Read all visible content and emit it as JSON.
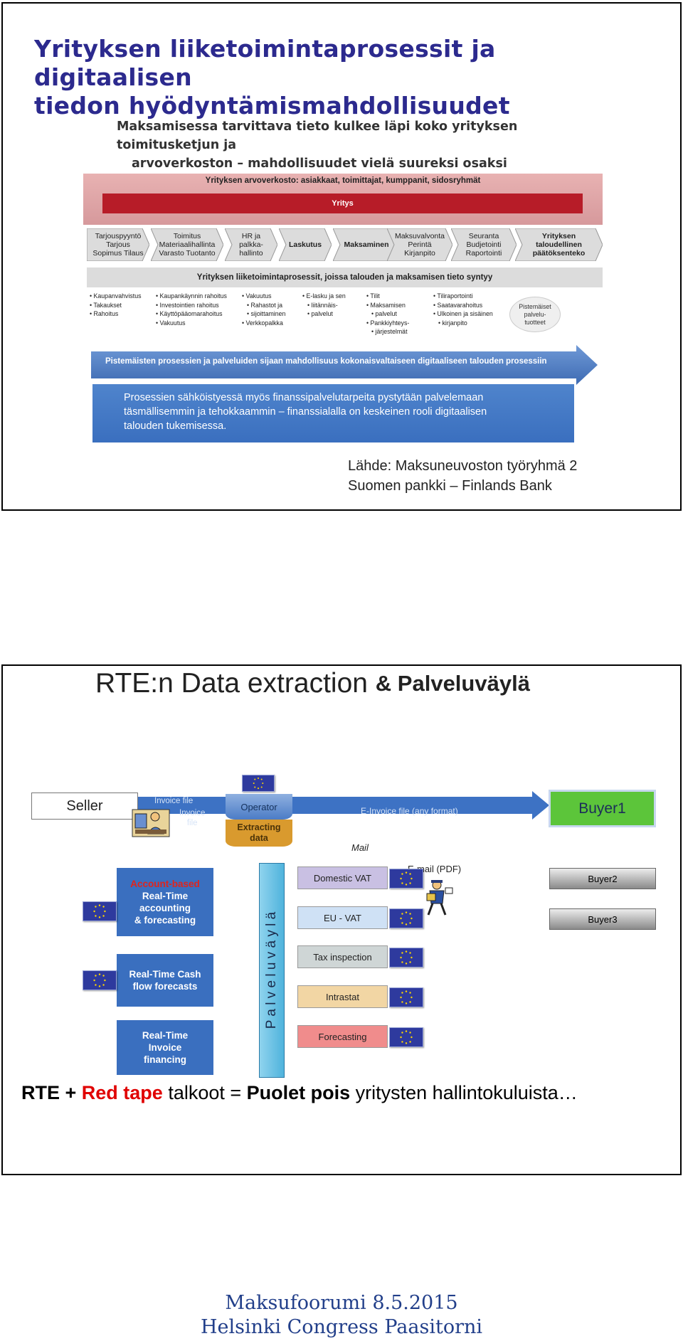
{
  "slide1": {
    "title_line1": "Yrityksen liiketoimintaprosessit ja digitaalisen",
    "title_line2": "tiedon hyödyntämismahdollisuudet",
    "info_line1": "Maksamisessa tarvittava tieto kulkee läpi koko yrityksen toimitusketjun ja",
    "info_line2": "arvoverkoston – mahdollisuudet vielä suureksi osaksi hyödyntämättä",
    "value_network": "Yrityksen arvoverkosto: asiakkaat, toimittajat, kumppanit, sidosryhmät",
    "company": "Yritys",
    "steps": [
      {
        "lines": [
          "Tarjouspyyntö",
          "Tarjous",
          "Sopimus Tilaus"
        ]
      },
      {
        "lines": [
          "Toimitus",
          "Materiaalihallinta",
          "Varasto Tuotanto"
        ]
      },
      {
        "lines": [
          "HR ja",
          "palkka-",
          "hallinto"
        ]
      },
      {
        "lines": [
          "Laskutus"
        ]
      },
      {
        "lines": [
          "Maksaminen"
        ]
      },
      {
        "lines": [
          "Maksuvalvonta",
          "Perintä",
          "Kirjanpito"
        ]
      },
      {
        "lines": [
          "Seuranta",
          "Budjetointi",
          "Raportointi"
        ]
      },
      {
        "lines": [
          "Yrityksen",
          "taloudellinen",
          "päätöksenteko"
        ]
      }
    ],
    "process_band": "Yrityksen liiketoimintaprosessit, joissa talouden ja maksamisen tieto syntyy",
    "bullets": [
      [
        "Kaupanvahvistus",
        "Takaukset",
        "Rahoitus"
      ],
      [
        "Kaupankäynnin rahoitus",
        "Investointien rahoitus",
        "Käyttöpääomarahoitus",
        "Vakuutus"
      ],
      [
        "Vakuutus",
        "Rahastot ja",
        "sijoittaminen",
        "Verkkopalkka"
      ],
      [
        "E-lasku ja  sen",
        "liitännäis-",
        "palvelut"
      ],
      [
        "Tilit",
        "Maksamisen",
        "palvelut",
        "Pankkiyhteys-",
        "järjestelmät"
      ],
      [
        "Tiliraportointi",
        "Saatavarahoitus",
        "Ulkoinen ja sisäinen",
        "kirjanpito"
      ]
    ],
    "bubble": [
      "Pistemäiset",
      "palvelu-",
      "tuotteet"
    ],
    "arrow_text": "Pistemäisten prosessien ja palveluiden sijaan mahdollisuus kokonaisvaltaiseen digitaaliseen talouden prosessiin",
    "blue_box": [
      "Prosessien sähköistyessä myös finanssipalvelutarpeita pystytään palvelemaan",
      "täsmällisemmin ja tehokkaammin – finanssialalla on keskeinen rooli digitaalisen",
      "talouden tukemisessa."
    ],
    "source_line1": "Lähde: Maksuneuvoston työryhmä 2",
    "source_line2": "Suomen pankki – Finlands  Bank"
  },
  "slide2": {
    "title_a": "RTE:n Data extraction ",
    "title_b": "& Palveluväylä",
    "seller": "Seller",
    "invoice_file_1": "Invoice file",
    "invoice_file_2a": "Invoice",
    "invoice_file_2b": "file",
    "operator": "Operator",
    "extracting_1": "Extracting",
    "extracting_2": "data",
    "einvoice": "E-Invoice file (any format)",
    "buyer1": "Buyer1",
    "mail": "Mail",
    "email": "E-mail (PDF)",
    "buyer2": "Buyer2",
    "buyer3": "Buyer3",
    "account_1": "Account-based",
    "account_2": "Real-Time",
    "account_3": "accounting",
    "account_4": "& forecasting",
    "cash_1": "Real-Time Cash",
    "cash_2": "flow forecasts",
    "fin_1": "Real-Time",
    "fin_2": "Invoice",
    "fin_3": "financing",
    "palveluvayla": "P a l v e l u v ä y l ä",
    "domestic_vat": "Domestic VAT",
    "eu_vat": "EU - VAT",
    "tax_inspection": "Tax inspection",
    "intrastat": "Intrastat",
    "forecasting": "Forecasting",
    "bottom_rte": "RTE + ",
    "bottom_red": "Red tape",
    "bottom_mid": " talkoot = ",
    "bottom_bold": "Puolet pois",
    "bottom_end": " yritysten hallintokuluista…"
  },
  "footer": {
    "line1": "Maksufoorumi 8.5.2015",
    "line2": "Helsinki Congress Paasitorni"
  },
  "colors": {
    "title_blue": "#2c2a8e",
    "dark_red": "#b71c28",
    "step_grey": "#dcdcdc",
    "panel_blue": "#3a6fbf",
    "buyer_green": "#5cc53a",
    "footer_blue": "#223f8a",
    "red_text": "#e00000"
  }
}
